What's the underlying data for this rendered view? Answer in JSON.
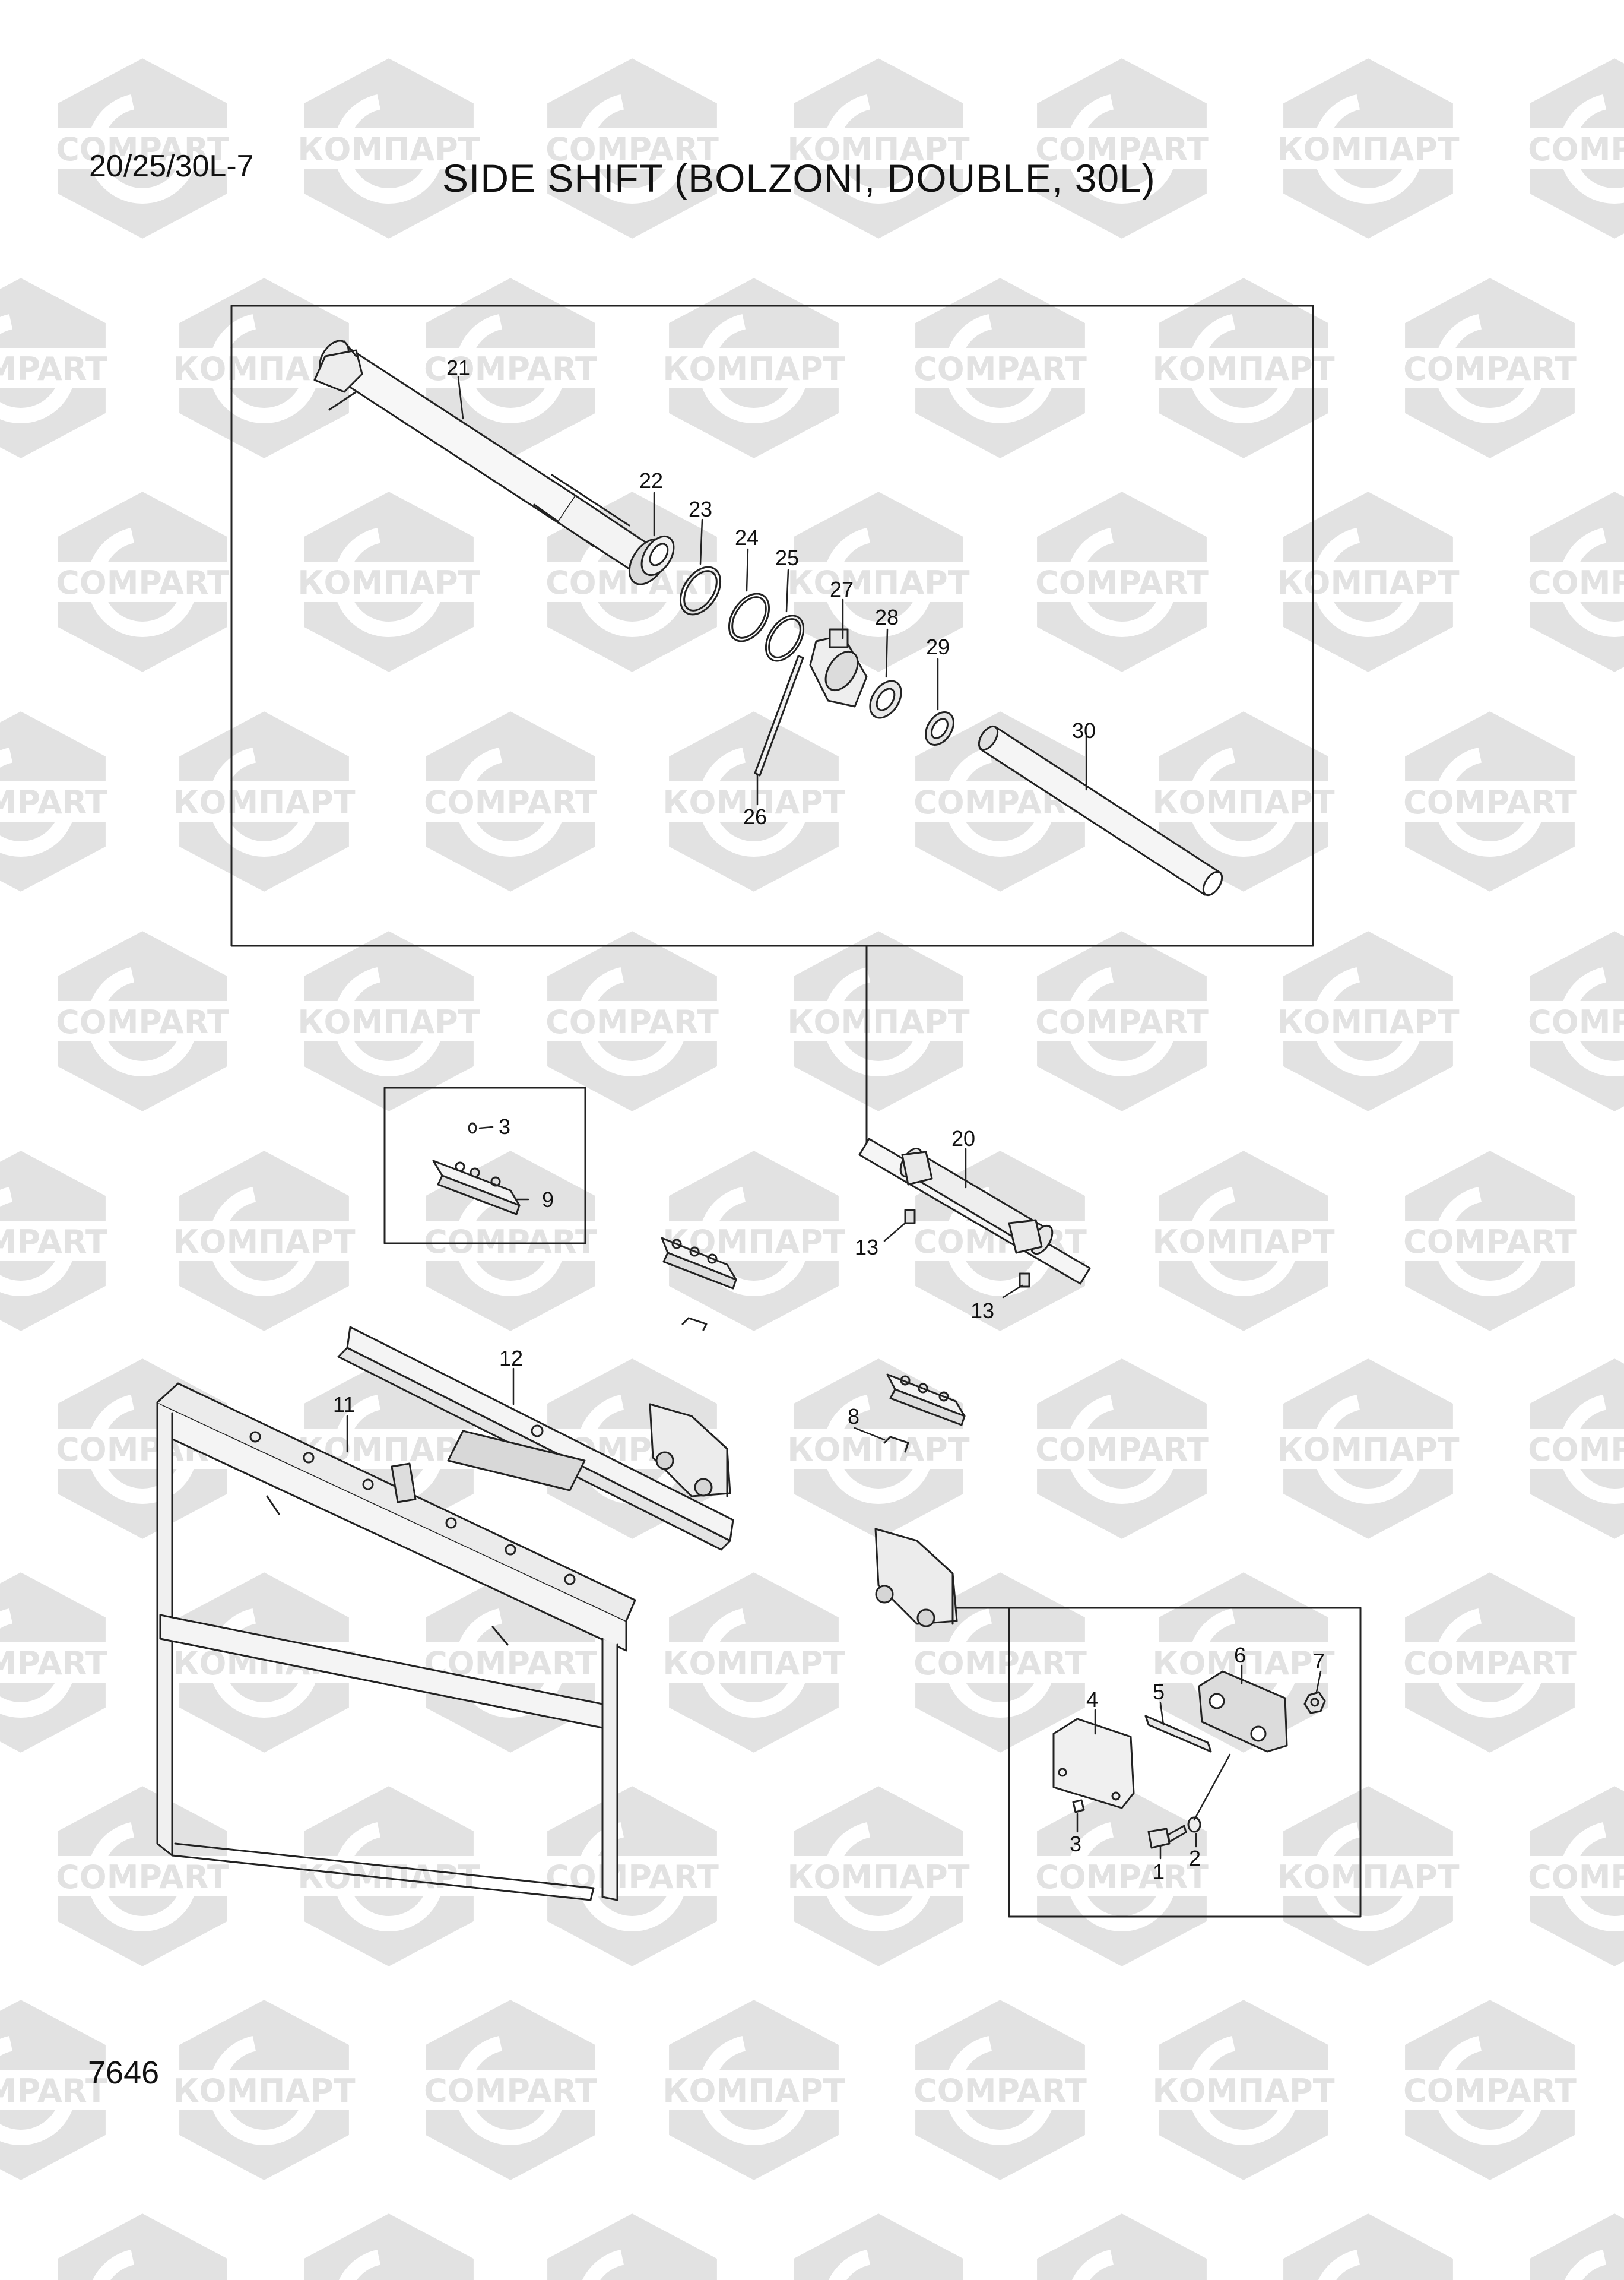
{
  "header": {
    "model": "20/25/30L-7",
    "title": "SIDE SHIFT (BOLZONI, DOUBLE, 30L)"
  },
  "footer": {
    "page_number": "7646"
  },
  "watermark": {
    "cyrillic": "КОМПАРТ",
    "latin": "COMPART",
    "color": "#e2e2e2"
  },
  "callouts": {
    "c1": "1",
    "c2": "2",
    "c3a": "3",
    "c3b": "3",
    "c4": "4",
    "c5": "5",
    "c6": "6",
    "c7": "7",
    "c8": "8",
    "c9": "9",
    "c11": "11",
    "c12": "12",
    "c13a": "13",
    "c13b": "13",
    "c20": "20",
    "c21": "21",
    "c22": "22",
    "c23": "23",
    "c24": "24",
    "c25": "25",
    "c26": "26",
    "c27": "27",
    "c28": "28",
    "c29": "29",
    "c30": "30"
  }
}
